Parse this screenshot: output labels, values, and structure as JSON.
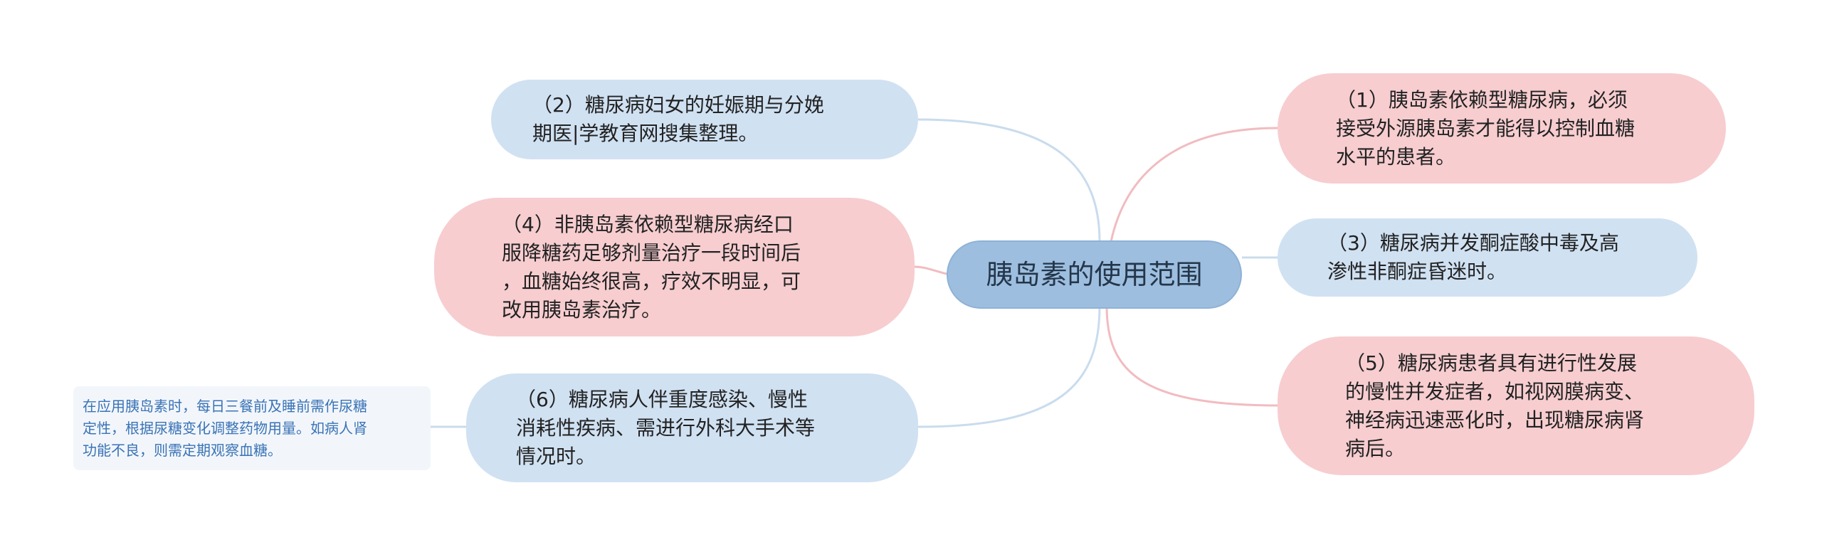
{
  "diagram": {
    "type": "mind-map",
    "central_topic": "胰岛素的使用范围",
    "branches": [
      {
        "id": "branch-1",
        "side": "right",
        "style": "pink",
        "text": "（1）胰岛素依赖型糖尿病，必须\n接受外源胰岛素才能得以控制血糖\n水平的患者。"
      },
      {
        "id": "branch-2",
        "side": "left",
        "style": "blue",
        "text": "（2）糖尿病妇女的妊娠期与分娩\n期医|学教育网搜集整理。"
      },
      {
        "id": "branch-3",
        "side": "right",
        "style": "blue",
        "text": "（3）糖尿病并发酮症酸中毒及高\n渗性非酮症昏迷时。"
      },
      {
        "id": "branch-4",
        "side": "left",
        "style": "pink",
        "text": "（4）非胰岛素依赖型糖尿病经口\n服降糖药足够剂量治疗一段时间后\n，血糖始终很高，疗效不明显，可\n改用胰岛素治疗。"
      },
      {
        "id": "branch-5",
        "side": "right",
        "style": "pink",
        "text": "（5）糖尿病患者具有进行性发展\n的慢性并发症者，如视网膜病变、\n神经病迅速恶化时，出现糖尿病肾\n病后。"
      },
      {
        "id": "branch-6",
        "side": "left",
        "style": "blue",
        "text": "（6）糖尿病人伴重度感染、慢性\n消耗性疾病、需进行外科大手术等\n情况时。"
      }
    ],
    "note": {
      "attached_to": "branch-6",
      "text": "在应用胰岛素时，每日三餐前及睡前需作尿糖\n定性，根据尿糖变化调整药物用量。如病人肾\n功能不良，则需定期观察血糖。"
    },
    "colors": {
      "pink_node": "#f7cdd0",
      "blue_node": "#d0e1f2",
      "central_node": "#9dbedf",
      "pink_line": "#f1bcc0",
      "blue_line": "#c9dced",
      "note_text": "#3a73b5"
    }
  }
}
